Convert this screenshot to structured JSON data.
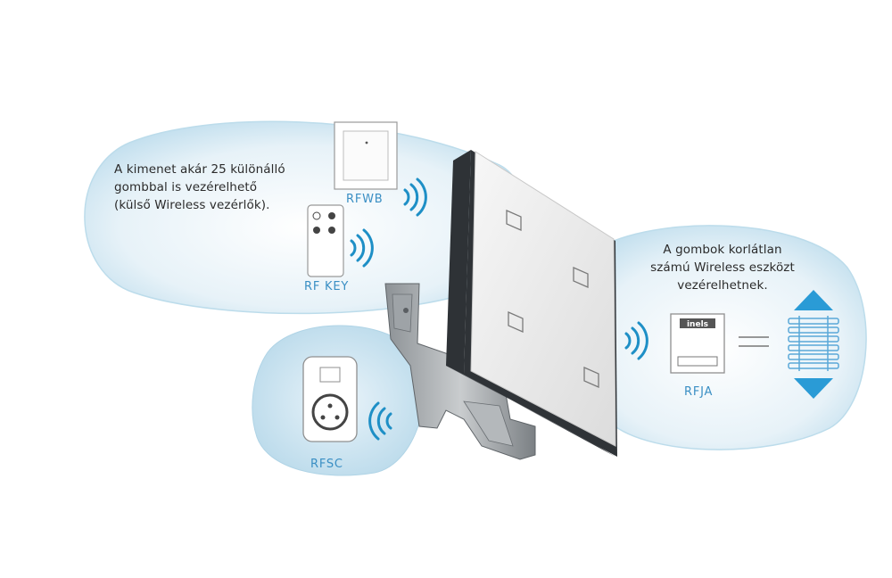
{
  "colors": {
    "bubble": "#c9e3f1",
    "wave": "#1e8fc6",
    "label": "#3a8fc4",
    "arrow": "#2a9bd6",
    "panel_glass": "#ececec",
    "panel_frame": "#35393d"
  },
  "left_note": {
    "lines": [
      "A kimenet akár 25 különálló",
      "gombbal is vezérelhető",
      "(külső Wireless vezérlők)."
    ]
  },
  "right_note": {
    "lines": [
      "A gombok korlátlan",
      "számú Wireless eszközt",
      "vezérelhetnek."
    ]
  },
  "devices": {
    "rfwb": "RFWB",
    "rfkey": "RF KEY",
    "rfsc": "RFSC",
    "rfja": "RFJA",
    "rfja_brand": "inels"
  },
  "icons": [
    "wireless-wave-icon",
    "socket-icon",
    "blind-icon",
    "arrow-up-icon",
    "arrow-down-icon"
  ]
}
